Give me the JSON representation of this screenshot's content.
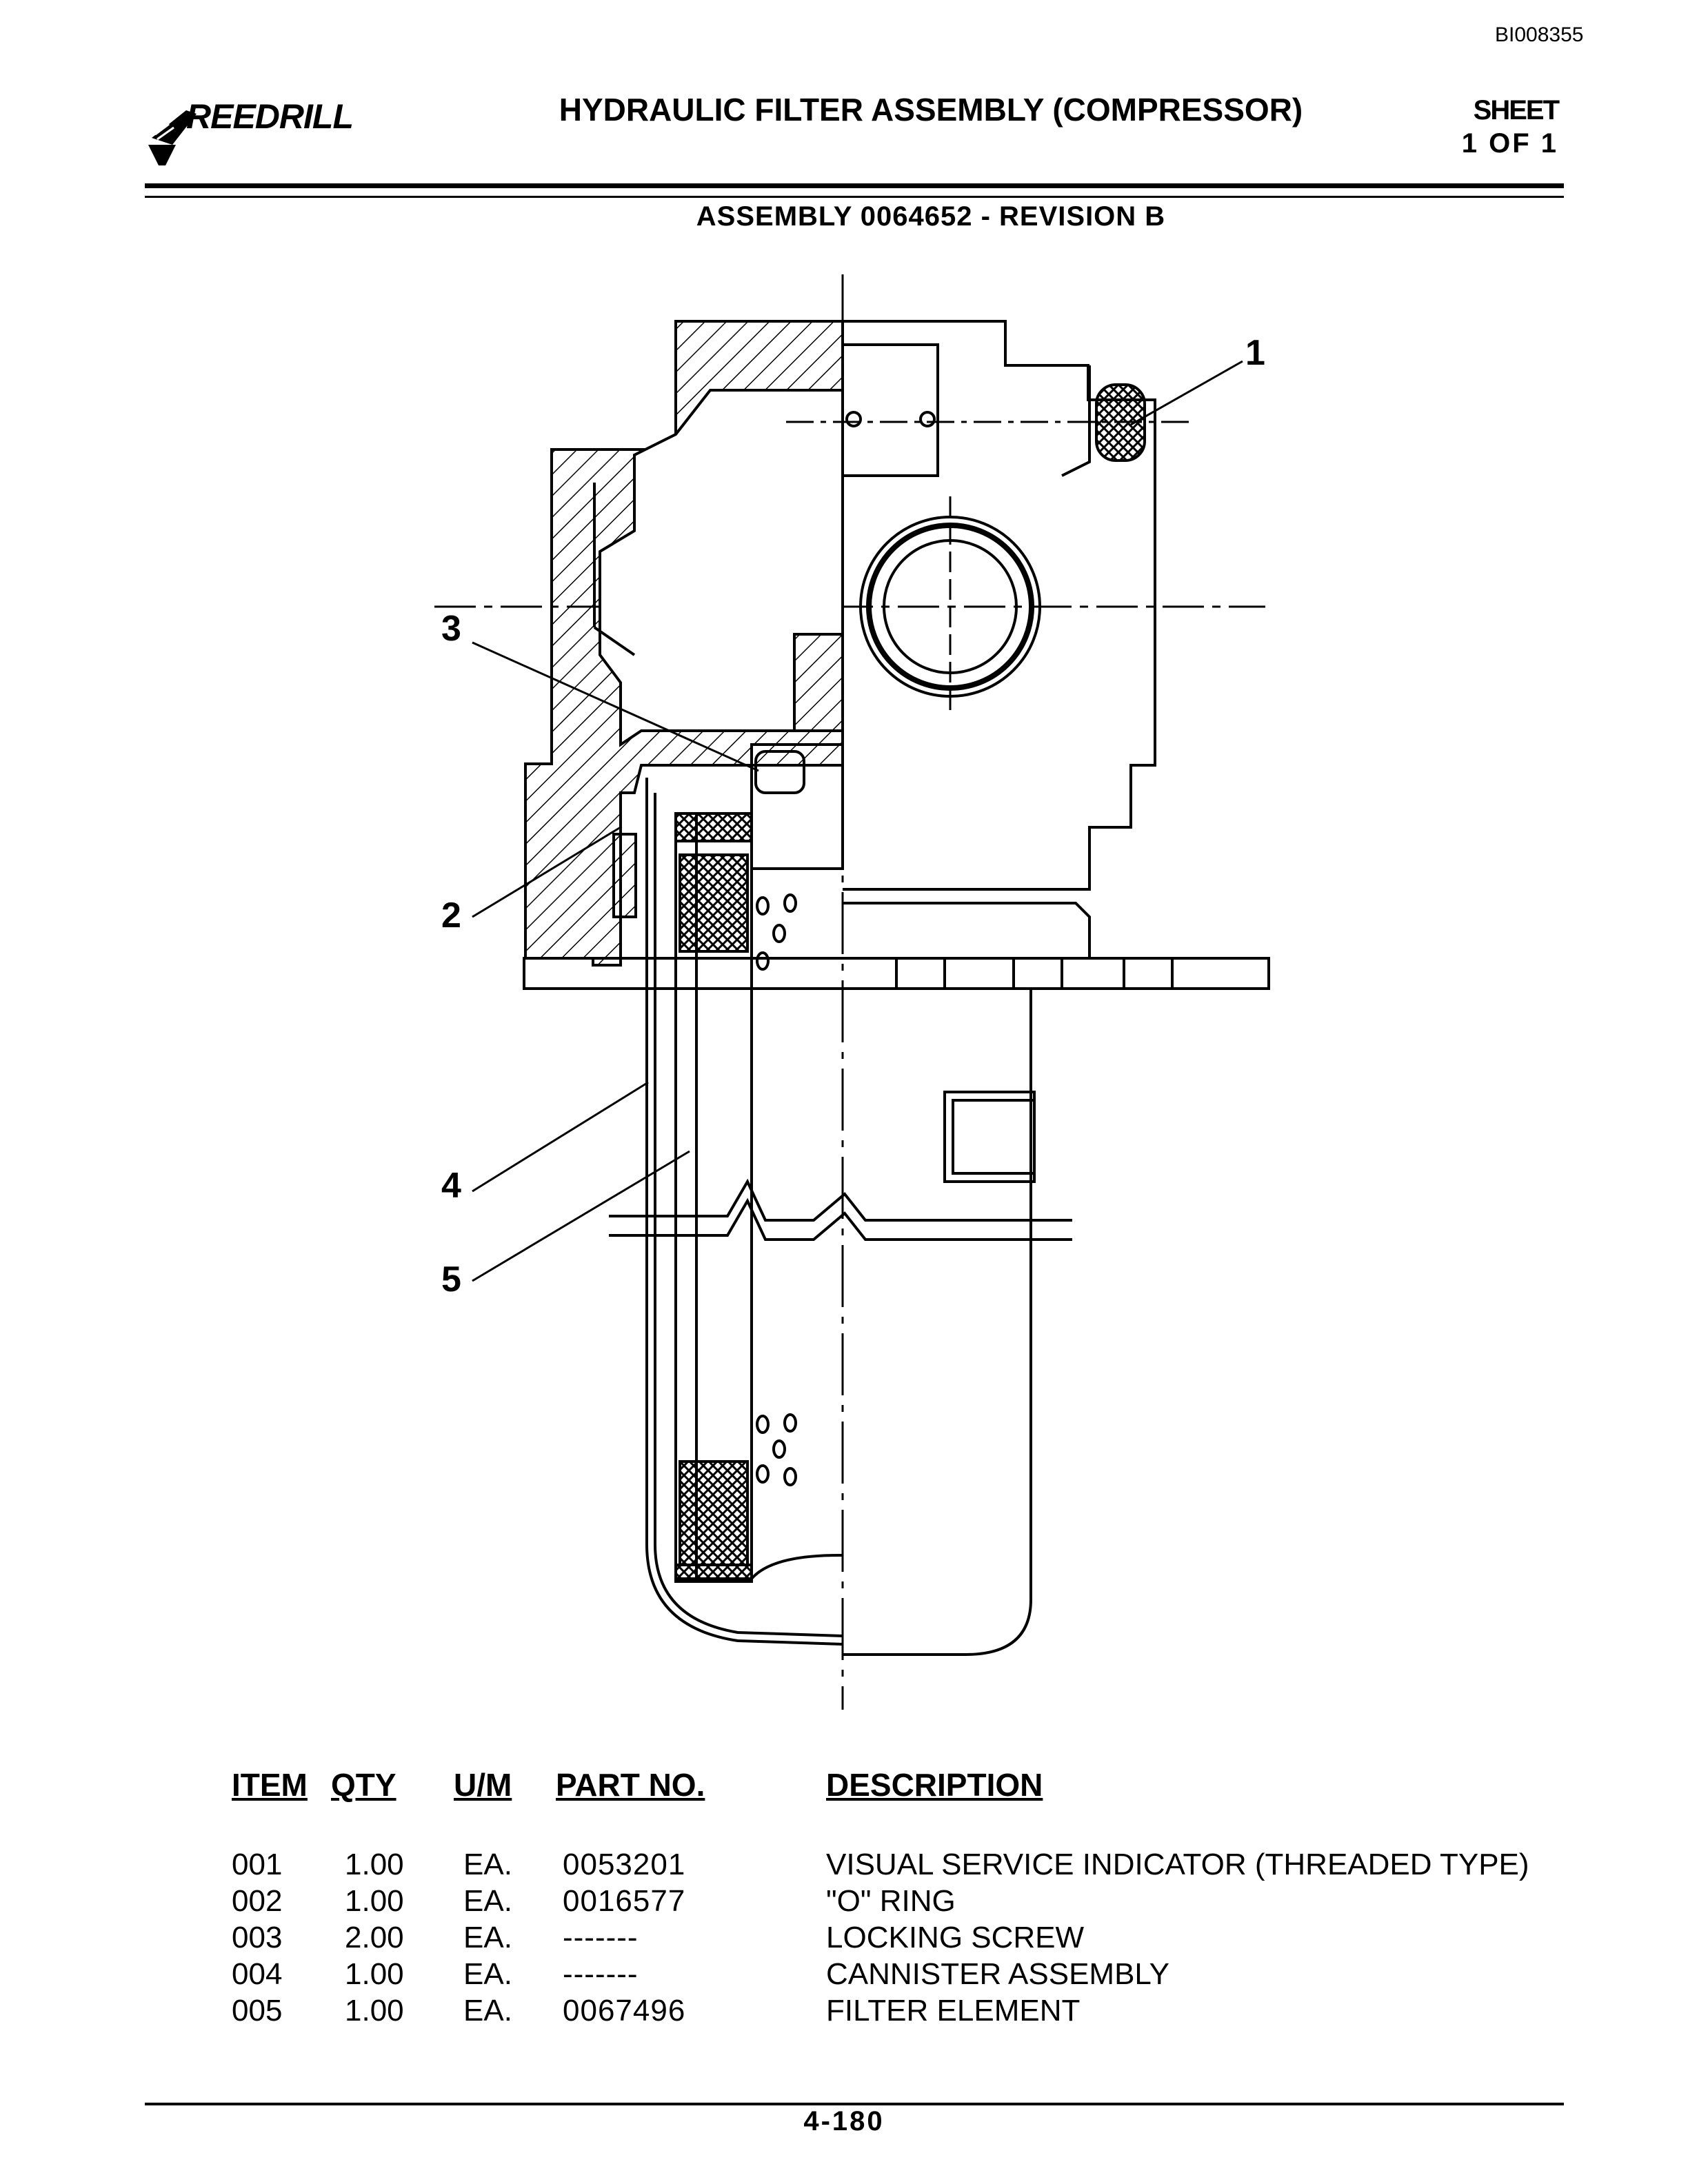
{
  "header": {
    "doc_id": "BI008355",
    "logo_text": "REEDRILL",
    "title": "HYDRAULIC FILTER ASSEMBLY (COMPRESSOR)",
    "sheet_label": "SHEET",
    "sheet_number": "1 OF 1"
  },
  "subtitle": "ASSEMBLY 0064652 - REVISION B",
  "drawing": {
    "callouts": [
      "1",
      "2",
      "3",
      "4",
      "5"
    ]
  },
  "parts_table": {
    "headers": {
      "item": "ITEM",
      "qty": "QTY",
      "um": "U/M",
      "part_no": "PART NO.",
      "description": "DESCRIPTION"
    },
    "rows": [
      {
        "item": "001",
        "qty": "1.00",
        "um": "EA.",
        "part_no": "0053201",
        "description": "VISUAL SERVICE INDICATOR (THREADED TYPE)"
      },
      {
        "item": "002",
        "qty": "1.00",
        "um": "EA.",
        "part_no": "0016577",
        "description": "\"O\" RING"
      },
      {
        "item": "003",
        "qty": "2.00",
        "um": "EA.",
        "part_no": "-------",
        "description": "LOCKING SCREW"
      },
      {
        "item": "004",
        "qty": "1.00",
        "um": "EA.",
        "part_no": "-------",
        "description": "CANNISTER ASSEMBLY"
      },
      {
        "item": "005",
        "qty": "1.00",
        "um": "EA.",
        "part_no": "0067496",
        "description": "FILTER ELEMENT"
      }
    ]
  },
  "footer": {
    "page_number": "4-180"
  }
}
